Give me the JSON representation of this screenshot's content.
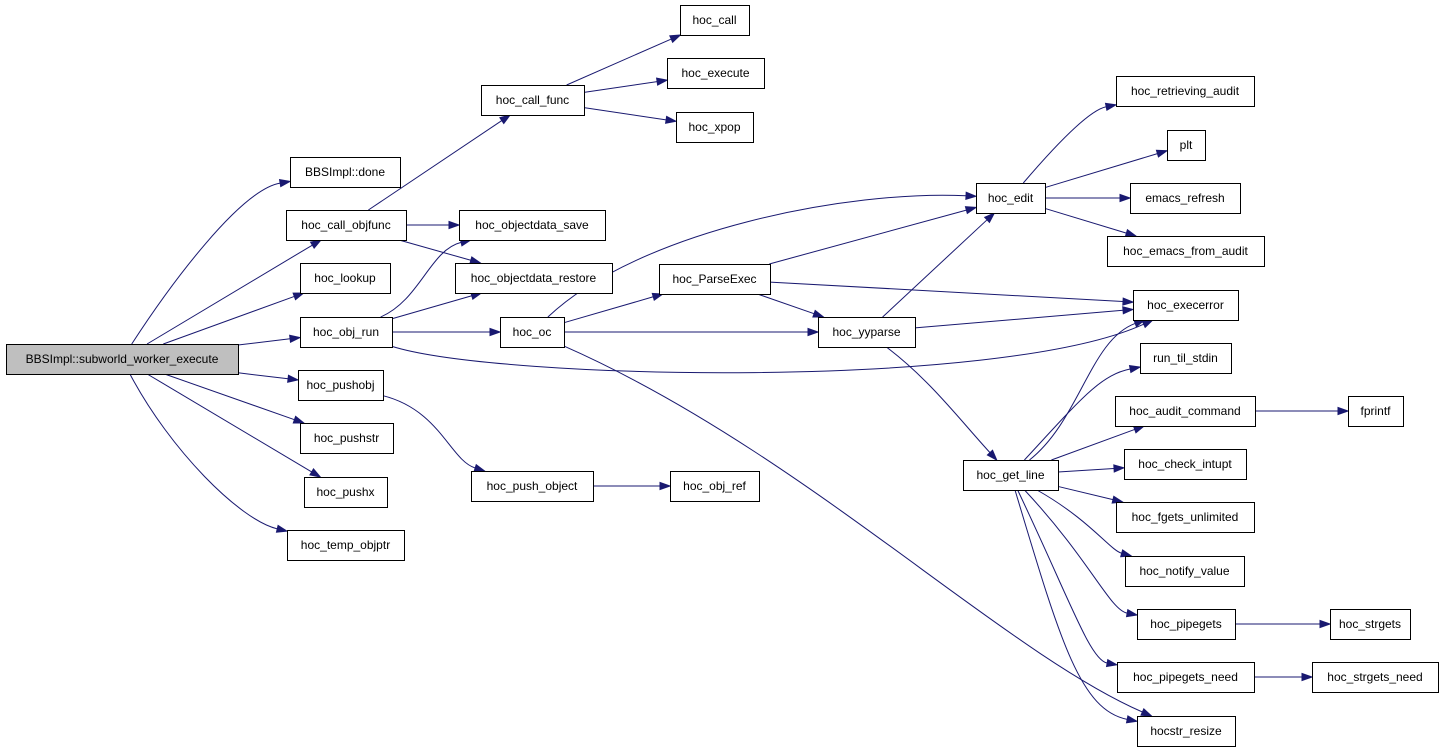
{
  "diagram": {
    "type": "call-graph",
    "root": "n0",
    "nodes": [
      {
        "id": "n0",
        "label": "BBSImpl::subworld_worker_execute"
      },
      {
        "id": "n1",
        "label": "BBSImpl::done"
      },
      {
        "id": "n2",
        "label": "hoc_call_objfunc"
      },
      {
        "id": "n3",
        "label": "hoc_lookup"
      },
      {
        "id": "n4",
        "label": "hoc_obj_run"
      },
      {
        "id": "n5",
        "label": "hoc_pushobj"
      },
      {
        "id": "n6",
        "label": "hoc_pushstr"
      },
      {
        "id": "n7",
        "label": "hoc_pushx"
      },
      {
        "id": "n8",
        "label": "hoc_temp_objptr"
      },
      {
        "id": "n9",
        "label": "hoc_call_func"
      },
      {
        "id": "n10",
        "label": "hoc_objectdata_save"
      },
      {
        "id": "n11",
        "label": "hoc_objectdata_restore"
      },
      {
        "id": "n12",
        "label": "hoc_oc"
      },
      {
        "id": "n13",
        "label": "hoc_push_object"
      },
      {
        "id": "n14",
        "label": "hoc_call"
      },
      {
        "id": "n15",
        "label": "hoc_execute"
      },
      {
        "id": "n16",
        "label": "hoc_xpop"
      },
      {
        "id": "n17",
        "label": "hoc_obj_ref"
      },
      {
        "id": "n18",
        "label": "hoc_ParseExec"
      },
      {
        "id": "n19",
        "label": "hoc_yyparse"
      },
      {
        "id": "n20",
        "label": "hoc_edit"
      },
      {
        "id": "n21",
        "label": "hoc_get_line"
      },
      {
        "id": "n22",
        "label": "hoc_retrieving_audit"
      },
      {
        "id": "n23",
        "label": "plt"
      },
      {
        "id": "n24",
        "label": "emacs_refresh"
      },
      {
        "id": "n25",
        "label": "hoc_emacs_from_audit"
      },
      {
        "id": "n26",
        "label": "hoc_execerror"
      },
      {
        "id": "n27",
        "label": "run_til_stdin"
      },
      {
        "id": "n28",
        "label": "hoc_audit_command"
      },
      {
        "id": "n29",
        "label": "hoc_check_intupt"
      },
      {
        "id": "n30",
        "label": "hoc_fgets_unlimited"
      },
      {
        "id": "n31",
        "label": "hoc_notify_value"
      },
      {
        "id": "n32",
        "label": "hoc_pipegets"
      },
      {
        "id": "n33",
        "label": "hoc_pipegets_need"
      },
      {
        "id": "n34",
        "label": "hocstr_resize"
      },
      {
        "id": "n35",
        "label": "fprintf"
      },
      {
        "id": "n36",
        "label": "hoc_strgets"
      },
      {
        "id": "n37",
        "label": "hoc_strgets_need"
      }
    ],
    "edges": [
      [
        "n0",
        "n1"
      ],
      [
        "n0",
        "n2"
      ],
      [
        "n0",
        "n3"
      ],
      [
        "n0",
        "n4"
      ],
      [
        "n0",
        "n5"
      ],
      [
        "n0",
        "n6"
      ],
      [
        "n0",
        "n7"
      ],
      [
        "n0",
        "n8"
      ],
      [
        "n2",
        "n9"
      ],
      [
        "n2",
        "n10"
      ],
      [
        "n2",
        "n11"
      ],
      [
        "n4",
        "n10"
      ],
      [
        "n4",
        "n11"
      ],
      [
        "n4",
        "n12"
      ],
      [
        "n4",
        "n26"
      ],
      [
        "n5",
        "n13"
      ],
      [
        "n9",
        "n14"
      ],
      [
        "n9",
        "n15"
      ],
      [
        "n9",
        "n16"
      ],
      [
        "n12",
        "n18"
      ],
      [
        "n12",
        "n19"
      ],
      [
        "n12",
        "n20"
      ],
      [
        "n12",
        "n34"
      ],
      [
        "n13",
        "n17"
      ],
      [
        "n18",
        "n19"
      ],
      [
        "n18",
        "n20"
      ],
      [
        "n18",
        "n26"
      ],
      [
        "n19",
        "n20"
      ],
      [
        "n19",
        "n21"
      ],
      [
        "n19",
        "n26"
      ],
      [
        "n20",
        "n22"
      ],
      [
        "n20",
        "n23"
      ],
      [
        "n20",
        "n24"
      ],
      [
        "n20",
        "n25"
      ],
      [
        "n21",
        "n26"
      ],
      [
        "n21",
        "n27"
      ],
      [
        "n21",
        "n28"
      ],
      [
        "n21",
        "n29"
      ],
      [
        "n21",
        "n30"
      ],
      [
        "n21",
        "n31"
      ],
      [
        "n21",
        "n32"
      ],
      [
        "n21",
        "n33"
      ],
      [
        "n21",
        "n34"
      ],
      [
        "n28",
        "n35"
      ],
      [
        "n32",
        "n36"
      ],
      [
        "n33",
        "n37"
      ]
    ]
  }
}
